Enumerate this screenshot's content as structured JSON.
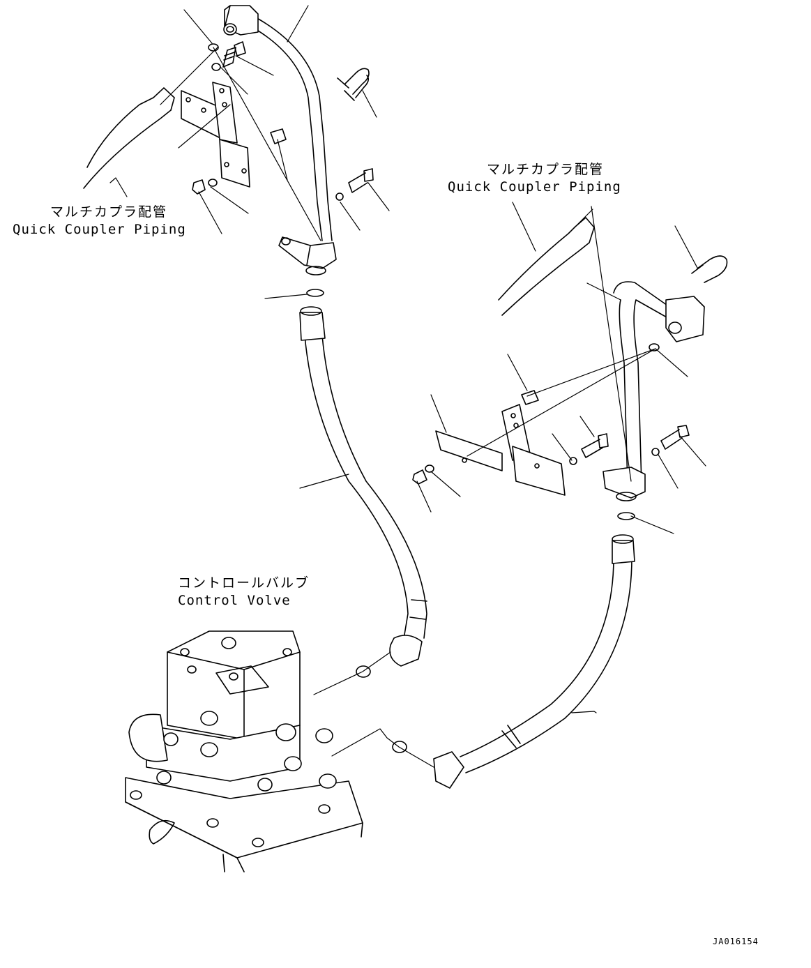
{
  "labels": {
    "left_coupler_jp": "マルチカプラ配管",
    "left_coupler_en": "Quick Coupler Piping",
    "right_coupler_jp": "マルチカプラ配管",
    "right_coupler_en": "Quick Coupler Piping",
    "control_valve_jp": "コントロールバルブ",
    "control_valve_en": "Control Volve",
    "drawing_number": "JA016154"
  }
}
